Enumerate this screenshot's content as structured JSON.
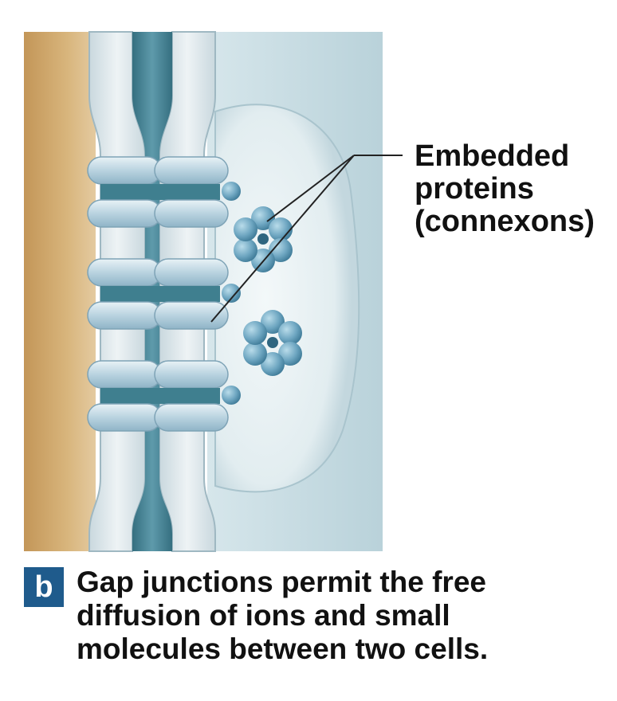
{
  "colors": {
    "cell_left": "#c9a064",
    "cell_left_highlight": "#e0c48a",
    "membrane": "#dbe6ea",
    "membrane_edge": "#9fb8c2",
    "channel_dark": "#3f7f8f",
    "channel_mid": "#6aa3b2",
    "cell_right": "#cfe0e5",
    "cell_right_surface": "#eaf2f4",
    "connexon": "#7fb2cc",
    "connexon_dark": "#4a88a6",
    "badge": "#1f5b8c",
    "text": "#111111"
  },
  "callout": {
    "lines": [
      "Embedded",
      "proteins",
      "(connexons)"
    ]
  },
  "caption": {
    "badge": "b",
    "lines": [
      "Gap junctions permit the free",
      "diffusion of ions and small",
      "molecules between two cells."
    ]
  },
  "icons": {
    "connexon_top": "connexon-hexamer-icon",
    "connexon_bottom": "connexon-hexamer-icon"
  }
}
